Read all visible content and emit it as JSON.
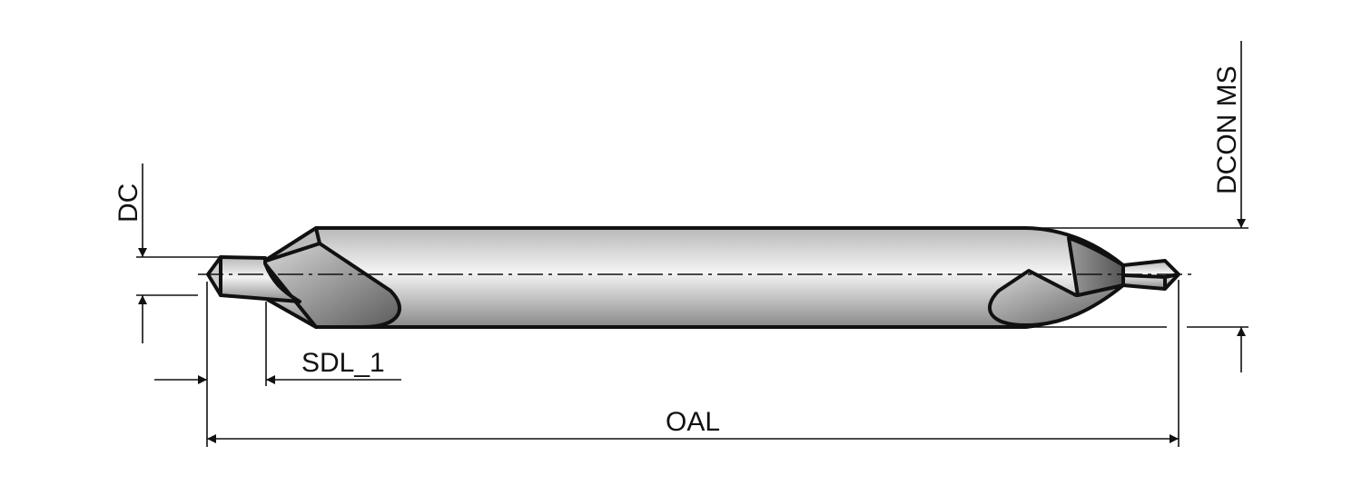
{
  "title": "Center drill dimension drawing",
  "labels": {
    "dc": "DC",
    "sdl": "SDL_1",
    "oal": "OAL",
    "dcon": "DCON MS"
  },
  "colors": {
    "outline": "#111111",
    "metal_light": "#f2f2f2",
    "metal_dark": "#7a7a7a"
  }
}
